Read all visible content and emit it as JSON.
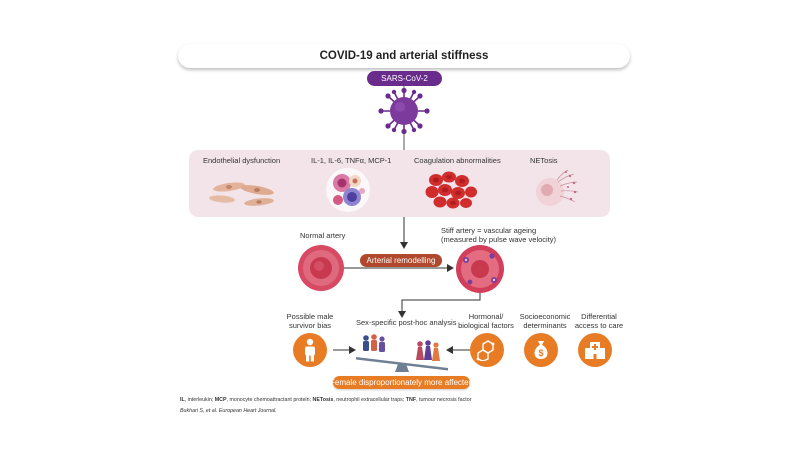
{
  "title": "COVID-19 and arterial stiffness",
  "virus": {
    "label": "SARS-CoV-2"
  },
  "mechanisms": [
    {
      "label": "Endothelial dysfunction",
      "icon": "endothelial-cells-icon"
    },
    {
      "label": "IL-1, IL-6, TNFα, MCP-1",
      "icon": "immune-cells-icon"
    },
    {
      "label": "Coagulation abnormalities",
      "icon": "red-blood-cells-icon"
    },
    {
      "label": "NETosis",
      "icon": "netosis-icon"
    }
  ],
  "normal_artery": {
    "label": "Normal artery"
  },
  "stiff_artery": {
    "label_line1": "Stiff artery = vascular ageing",
    "label_line2": "(measured by pulse wave velocity)"
  },
  "remodelling": {
    "label": "Arterial remodelling"
  },
  "analysis": {
    "label": "Sex-specific post-hoc analysis"
  },
  "factors": {
    "male_bias": {
      "line1": "Possible male",
      "line2": "survivor bias",
      "icon": "male-person-icon"
    },
    "hormonal": {
      "line1": "Hormonal/",
      "line2": "biological factors",
      "icon": "hormone-molecule-icon"
    },
    "socioeconomic": {
      "line1": "Socioeconomic",
      "line2": "determinants",
      "icon": "money-bag-icon"
    },
    "access": {
      "line1": "Differential",
      "line2": "access to care",
      "icon": "hospital-icon"
    }
  },
  "result": {
    "label": "Female disproportionately more affected"
  },
  "footnote": {
    "il_abbr": "IL",
    "il_text": ", interleukin; ",
    "mcp_abbr": "MCP",
    "mcp_text": ", monocyte chemoattractant protein; ",
    "net_abbr": "NETosis",
    "net_text": ", neutrophil extracellular traps; ",
    "tnf_abbr": "TNF",
    "tnf_text": ", tumour necrosis factor"
  },
  "citation": {
    "authors": "Bukhari S, et al.",
    "journal": "European Heart Journal."
  },
  "colors": {
    "virus": "#6a2c8c",
    "remodel": "#b0482d",
    "accent": "#e77c25",
    "band": "#f3e4ea",
    "artery": "#c8384f"
  }
}
